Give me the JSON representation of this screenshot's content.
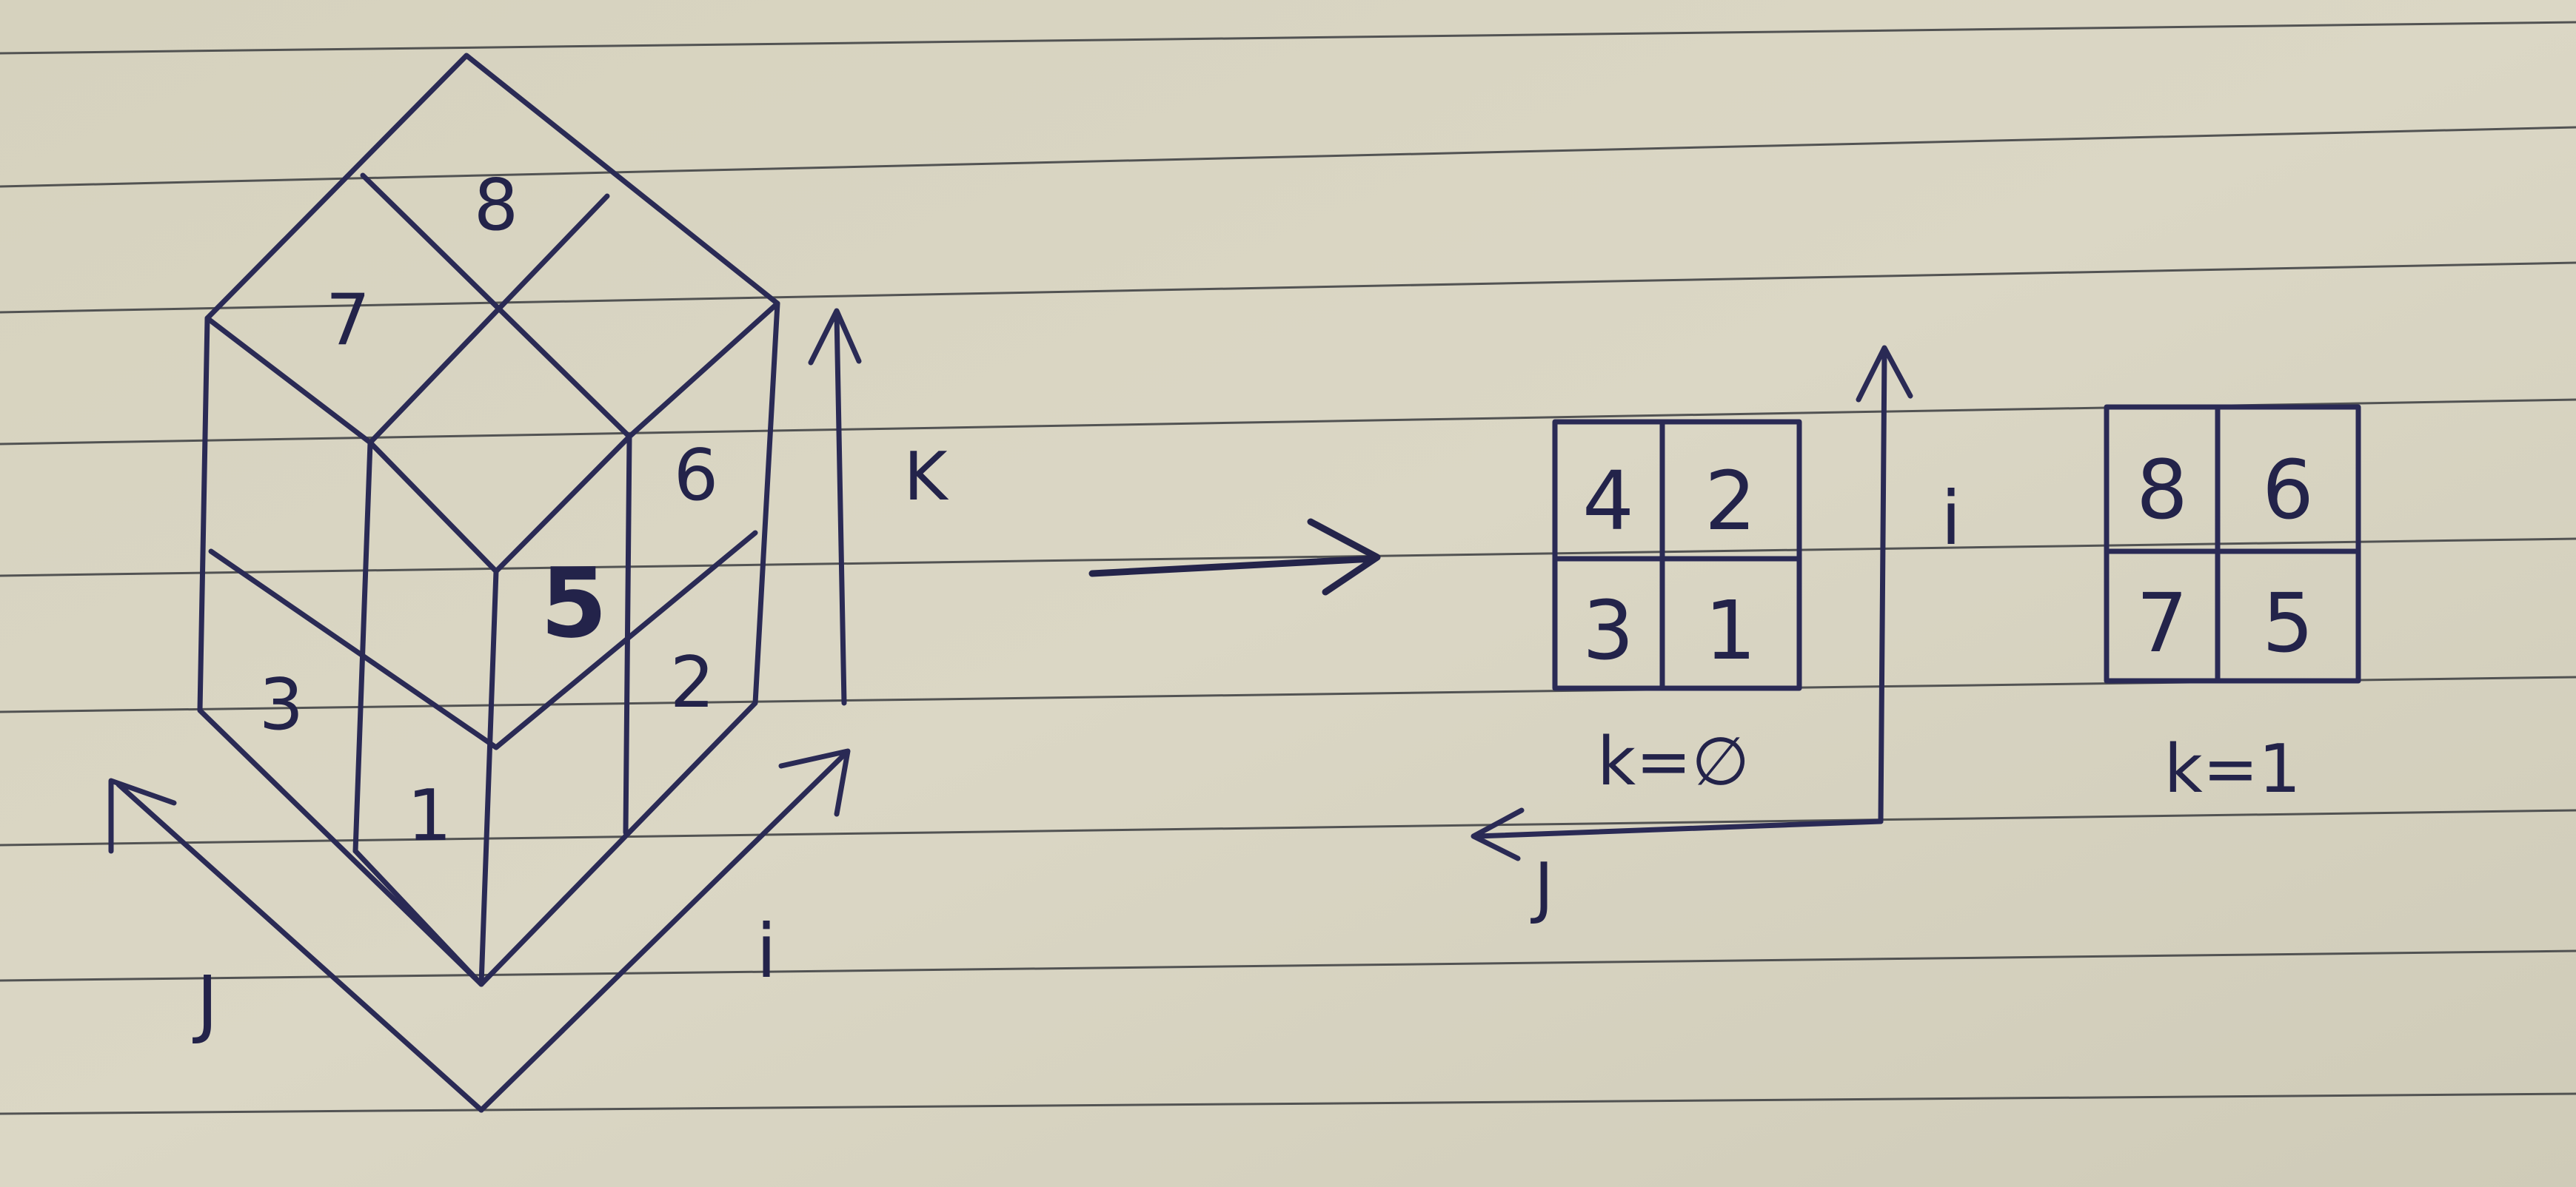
{
  "ink_color": "#2a2a55",
  "paper_color": "#d9d5c2",
  "cube": {
    "cell_labels": [
      "8",
      "7",
      "6",
      "5",
      "3",
      "2",
      "1"
    ],
    "axis_k": "K",
    "axis_i": "i",
    "axis_j": "J"
  },
  "layers": [
    {
      "cells": [
        "4",
        "2",
        "3",
        "1"
      ],
      "caption": "k=∅"
    },
    {
      "cells": [
        "8",
        "6",
        "7",
        "5"
      ],
      "caption": "k=1"
    }
  ],
  "layer_axes": {
    "i": "i",
    "j": "J"
  }
}
